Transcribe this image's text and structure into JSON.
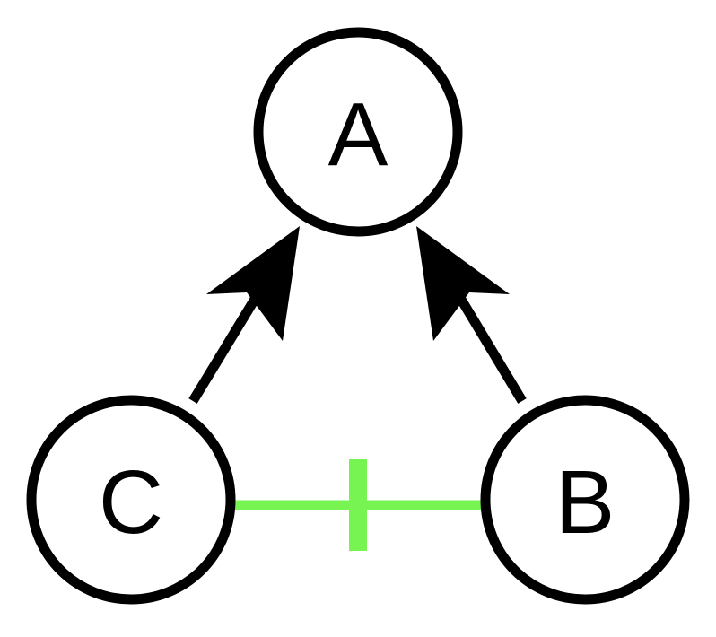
{
  "nodes": [
    {
      "id": "A",
      "label": "A"
    },
    {
      "id": "B",
      "label": "B"
    },
    {
      "id": "C",
      "label": "C"
    }
  ],
  "edges": [
    {
      "from": "C",
      "to": "A",
      "type": "directed-arrow",
      "color": "#000000"
    },
    {
      "from": "B",
      "to": "A",
      "type": "directed-arrow",
      "color": "#000000"
    },
    {
      "from": "C",
      "to": "B",
      "type": "undirected-with-tick",
      "color": "#77f452"
    }
  ]
}
